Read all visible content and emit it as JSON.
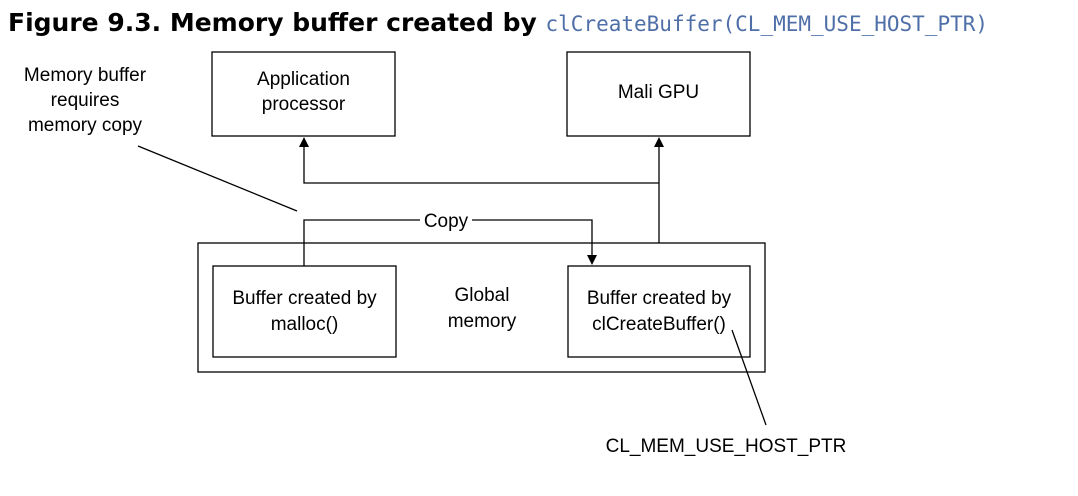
{
  "figure": {
    "caption_prefix": "Figure 9.3. Memory buffer created by ",
    "caption_code": "clCreateBuffer(CL_MEM_USE_HOST_PTR)"
  },
  "nodes": {
    "app_processor": {
      "lines": [
        "Application",
        "processor"
      ]
    },
    "mali_gpu": {
      "lines": [
        "Mali GPU"
      ]
    },
    "global_memory": {
      "lines": [
        "Global",
        "memory"
      ]
    },
    "malloc_buffer": {
      "lines": [
        "Buffer created by",
        "malloc()"
      ]
    },
    "cl_buffer": {
      "lines": [
        "Buffer created by",
        "clCreateBuffer()"
      ]
    }
  },
  "edges": {
    "copy_label": "Copy"
  },
  "annotations": {
    "memory_copy_note": {
      "lines": [
        "Memory buffer",
        "requires",
        "memory copy"
      ]
    },
    "host_ptr_note": "CL_MEM_USE_HOST_PTR"
  },
  "colors": {
    "caption_code": "#4f6fa8",
    "line": "#000000"
  }
}
